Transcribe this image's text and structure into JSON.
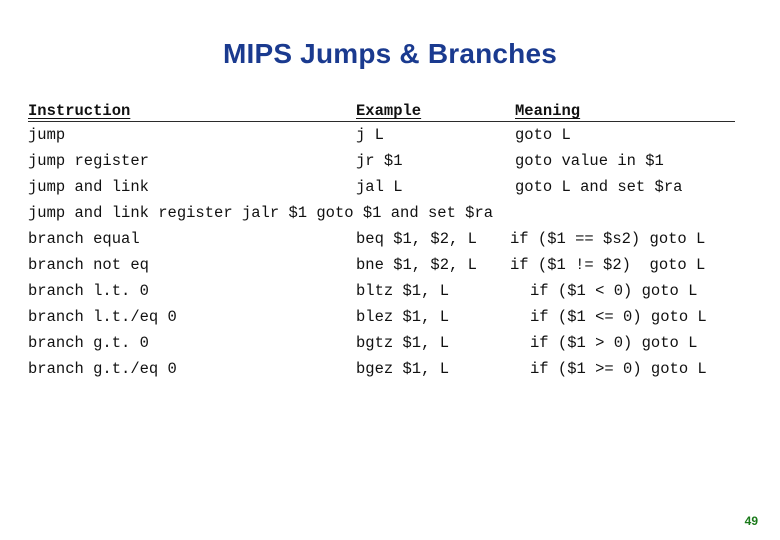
{
  "slide": {
    "title": "MIPS Jumps & Branches",
    "page_number": "49",
    "title_color": "#1a3a8f",
    "page_number_color": "#1a7a1a",
    "background_color": "#ffffff"
  },
  "table": {
    "headers": {
      "instruction": "Instruction",
      "example": "Example",
      "meaning": "Meaning"
    },
    "rows": [
      {
        "instruction": "jump",
        "example": "j L",
        "meaning": "goto L"
      },
      {
        "instruction": "jump register",
        "example": "jr $1",
        "meaning": "goto value in $1"
      },
      {
        "instruction": "jump and link",
        "example": "jal L",
        "meaning": "goto L and set $ra"
      },
      {
        "instruction": "jump and link register",
        "example": "jalr $1",
        "meaning": "goto $1 and set $ra",
        "run_on_text": "jump and link register jalr $1 goto $1 and set $ra"
      },
      {
        "instruction": "branch equal",
        "example": "beq $1, $2, L",
        "meaning": "if ($1 == $s2) goto L"
      },
      {
        "instruction": "branch not eq",
        "example": "bne $1, $2, L",
        "meaning": "if ($1 != $2)  goto L"
      },
      {
        "instruction": "branch l.t. 0",
        "example": "bltz $1, L",
        "meaning": "if ($1 < 0) goto L"
      },
      {
        "instruction": "branch l.t./eq 0",
        "example": "blez $1, L",
        "meaning": "if ($1 <= 0) goto L"
      },
      {
        "instruction": "branch g.t. 0",
        "example": "bgtz $1, L",
        "meaning": "if ($1 > 0) goto L"
      },
      {
        "instruction": "branch g.t./eq 0",
        "example": "bgez $1, L",
        "meaning": "if ($1 >= 0) goto L"
      }
    ]
  }
}
